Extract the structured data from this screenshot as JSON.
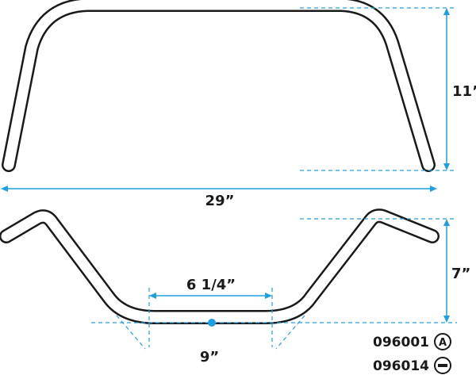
{
  "colors": {
    "outline": "#1a1a1a",
    "dimension": "#1ea0e0",
    "background": "#ffffff"
  },
  "dimensions": {
    "top_view_height": "11”",
    "top_view_width": "29”",
    "front_view_height": "7”",
    "center_width": "6 1/4”",
    "center_rise": "9”"
  },
  "part_numbers": [
    {
      "number": "096001",
      "badge_symbol": "A",
      "badge_icon": "circle-a-icon"
    },
    {
      "number": "096014",
      "badge_symbol": "",
      "badge_icon": "circle-minus-icon"
    }
  ]
}
